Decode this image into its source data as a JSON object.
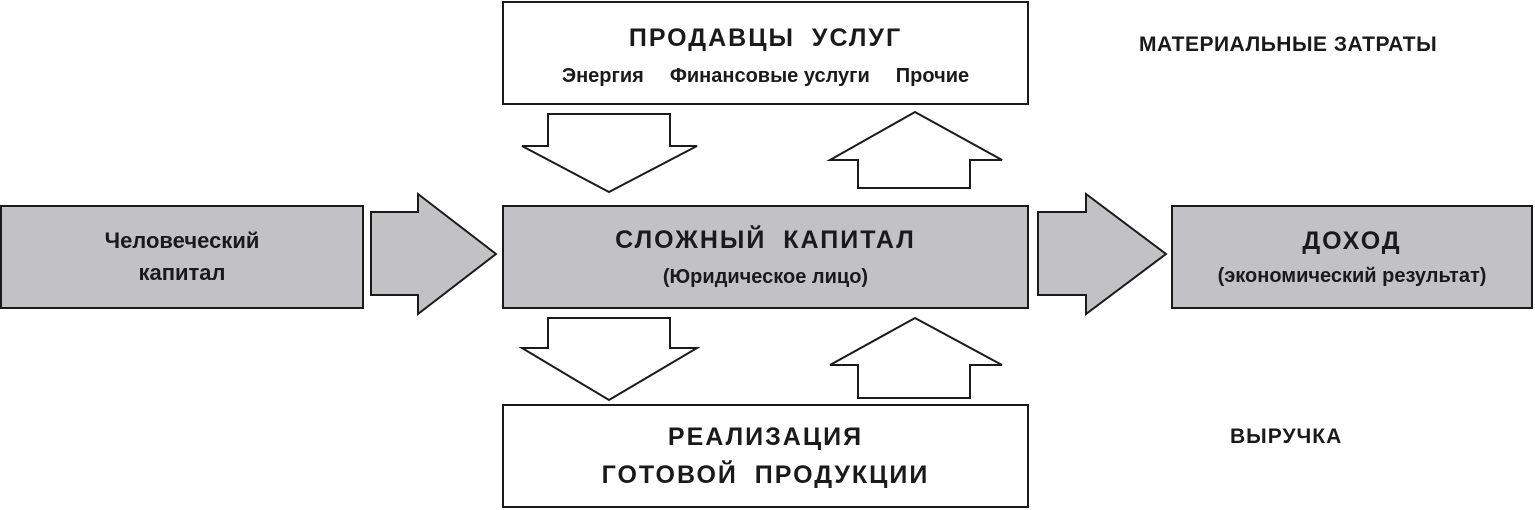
{
  "vendors": {
    "title": "ПРОДАВЦЫ  УСЛУГ",
    "items": [
      "Энергия",
      "Финансовые услуги",
      "Прочие"
    ]
  },
  "complex_capital": {
    "title": "СЛОЖНЫЙ  КАПИТАЛ",
    "subtitle": "(Юридическое лицо)"
  },
  "human_capital": {
    "line1": "Человеческий",
    "line2": "капитал"
  },
  "income": {
    "title": "ДОХОД",
    "subtitle": "(экономический результат)"
  },
  "sales": {
    "line1": "РЕАЛИЗАЦИЯ",
    "line2": "ГОТОВОЙ ПРОДУКЦИИ"
  },
  "labels": {
    "material_costs": "МАТЕРИАЛЬНЫЕ ЗАТРАТЫ",
    "revenue": "ВЫРУЧКА"
  },
  "colors": {
    "box_fill_gray": "#c2c2c4",
    "box_fill_white": "#ffffff",
    "stroke": "#1a1a1a"
  }
}
